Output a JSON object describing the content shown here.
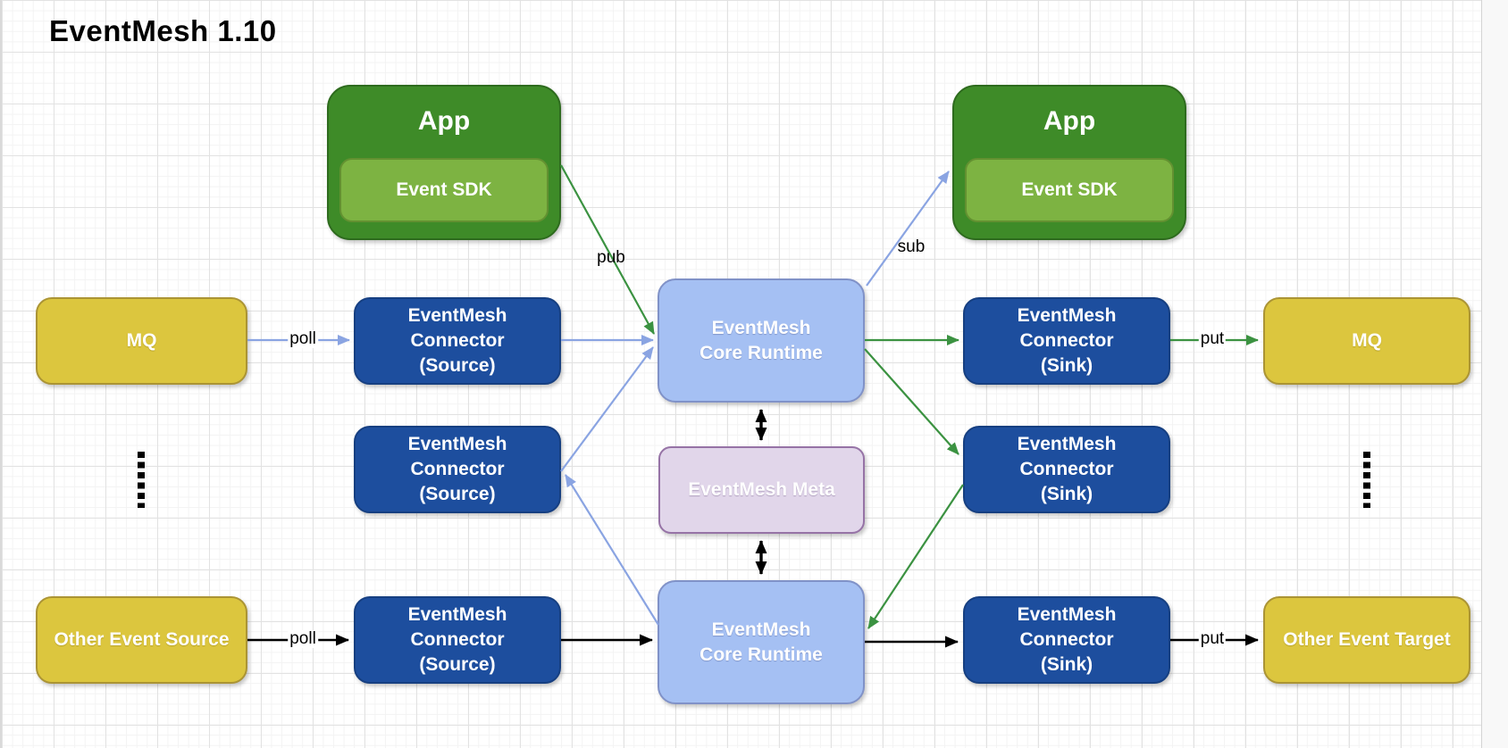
{
  "title": "EventMesh 1.10",
  "nodes": {
    "app": "App",
    "sdk": "Event SDK",
    "mq": "MQ",
    "other_event_source": "Other Event Source",
    "other_event_target": "Other Event Target",
    "connector_source": "EventMesh\nConnector\n(Source)",
    "connector_sink": "EventMesh\nConnector\n(Sink)",
    "core_runtime": "EventMesh\nCore Runtime",
    "meta": "EventMesh Meta"
  },
  "edge_labels": {
    "pub": "pub",
    "sub": "sub",
    "poll": "poll",
    "put": "put"
  },
  "icons": {
    "ellipsis_left": "vertical-ellipsis-icon",
    "ellipsis_right": "vertical-ellipsis-icon"
  },
  "colors": {
    "app_green": "#3e8b28",
    "app_green_border": "#2e6b1e",
    "sdk_green": "#7db342",
    "sdk_green_border": "#639131",
    "yellow": "#dcc63e",
    "yellow_border": "#ab9434",
    "navy": "#1d4e9e",
    "navy_border": "#163f81",
    "periwinkle": "#a5c0f3",
    "periwinkle_border": "#8092c8",
    "purple": "#e1d6ea",
    "purple_border": "#9673a6",
    "arrow_blue": "#8aa4e2",
    "arrow_green": "#3b9241",
    "arrow_black": "#000000",
    "grid_minor": "#f3f3f3",
    "grid_major": "#e2e2e2",
    "text_white": "#ffffff"
  }
}
